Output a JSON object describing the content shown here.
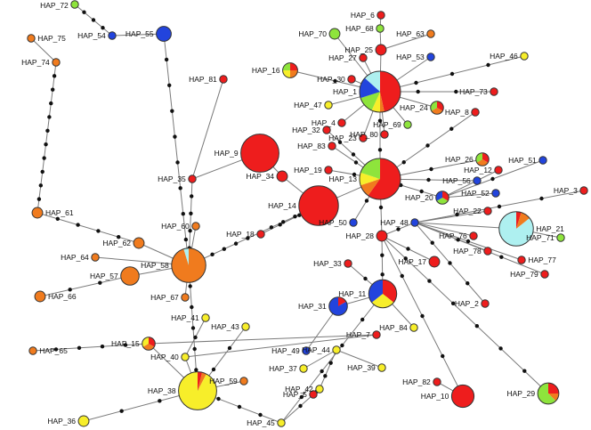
{
  "colors": {
    "red": "#ee1d1d",
    "orange": "#f07b1e",
    "yellow": "#f7ee2a",
    "green": "#8ee43c",
    "blue": "#2244dd",
    "cyan": "#aef0f0"
  },
  "haplotypes": [
    {
      "label": "HAP_1",
      "counts": [
        [
          "red",
          14
        ],
        [
          "orange",
          1
        ],
        [
          "yellow",
          2
        ],
        [
          "green",
          4
        ],
        [
          "blue",
          5
        ],
        [
          "cyan",
          4
        ]
      ]
    },
    {
      "label": "HAP_2",
      "counts": [
        [
          "red",
          1
        ]
      ]
    },
    {
      "label": "HAP_3",
      "counts": [
        [
          "red",
          1
        ]
      ]
    },
    {
      "label": "HAP_4",
      "counts": [
        [
          "red",
          1
        ]
      ]
    },
    {
      "label": "HAP_5",
      "counts": [
        [
          "red",
          1
        ]
      ]
    },
    {
      "label": "HAP_6",
      "counts": [
        [
          "red",
          1
        ]
      ]
    },
    {
      "label": "HAP_7",
      "counts": [
        [
          "red",
          1
        ]
      ]
    },
    {
      "label": "HAP_8",
      "counts": [
        [
          "red",
          1
        ]
      ]
    },
    {
      "label": "HAP_9",
      "counts": [
        [
          "red",
          26
        ]
      ]
    },
    {
      "label": "HAP_10",
      "counts": [
        [
          "red",
          9
        ]
      ]
    },
    {
      "label": "HAP_11",
      "counts": [
        [
          "red",
          5
        ],
        [
          "yellow",
          4
        ],
        [
          "blue",
          5
        ]
      ]
    },
    {
      "label": "HAP_12",
      "counts": [
        [
          "red",
          1
        ]
      ]
    },
    {
      "label": "HAP_13",
      "counts": [
        [
          "red",
          18
        ],
        [
          "orange",
          3
        ],
        [
          "yellow",
          3
        ],
        [
          "green",
          6
        ]
      ]
    },
    {
      "label": "HAP_14",
      "counts": [
        [
          "red",
          28
        ]
      ]
    },
    {
      "label": "HAP_15",
      "counts": [
        [
          "red",
          1
        ],
        [
          "orange",
          1
        ],
        [
          "yellow",
          1
        ]
      ]
    },
    {
      "label": "HAP_16",
      "counts": [
        [
          "red",
          1
        ],
        [
          "orange",
          1
        ],
        [
          "yellow",
          1
        ],
        [
          "green",
          1
        ]
      ]
    },
    {
      "label": "HAP_17",
      "counts": [
        [
          "red",
          2
        ]
      ]
    },
    {
      "label": "HAP_18",
      "counts": [
        [
          "red",
          1
        ]
      ]
    },
    {
      "label": "HAP_19",
      "counts": [
        [
          "red",
          1
        ]
      ]
    },
    {
      "label": "HAP_20",
      "counts": [
        [
          "red",
          1
        ],
        [
          "green",
          1
        ],
        [
          "blue",
          1
        ]
      ]
    },
    {
      "label": "HAP_21",
      "counts": [
        [
          "red",
          1
        ],
        [
          "orange",
          2
        ],
        [
          "cyan",
          18
        ]
      ]
    },
    {
      "label": "HAP_22",
      "counts": [
        [
          "red",
          1
        ]
      ]
    },
    {
      "label": "HAP_23",
      "counts": [
        [
          "red",
          1
        ]
      ]
    },
    {
      "label": "HAP_24",
      "counts": [
        [
          "red",
          1
        ],
        [
          "orange",
          1
        ],
        [
          "green",
          1
        ]
      ]
    },
    {
      "label": "HAP_25",
      "counts": [
        [
          "red",
          2
        ]
      ]
    },
    {
      "label": "HAP_26",
      "counts": [
        [
          "red",
          1
        ],
        [
          "orange",
          1
        ],
        [
          "green",
          1
        ]
      ]
    },
    {
      "label": "HAP_27",
      "counts": [
        [
          "red",
          1
        ]
      ]
    },
    {
      "label": "HAP_28",
      "counts": [
        [
          "red",
          2
        ]
      ]
    },
    {
      "label": "HAP_29",
      "counts": [
        [
          "red",
          2
        ],
        [
          "orange",
          1
        ],
        [
          "green",
          5
        ]
      ]
    },
    {
      "label": "HAP_30",
      "counts": [
        [
          "red",
          1
        ]
      ]
    },
    {
      "label": "HAP_31",
      "counts": [
        [
          "red",
          1
        ],
        [
          "blue",
          5
        ]
      ]
    },
    {
      "label": "HAP_32",
      "counts": [
        [
          "red",
          1
        ]
      ]
    },
    {
      "label": "HAP_33",
      "counts": [
        [
          "red",
          1
        ]
      ]
    },
    {
      "label": "HAP_34",
      "counts": [
        [
          "red",
          2
        ]
      ]
    },
    {
      "label": "HAP_35",
      "counts": [
        [
          "red",
          1
        ]
      ]
    },
    {
      "label": "HAP_36",
      "counts": [
        [
          "yellow",
          2
        ]
      ]
    },
    {
      "label": "HAP_37",
      "counts": [
        [
          "yellow",
          1
        ]
      ]
    },
    {
      "label": "HAP_38",
      "counts": [
        [
          "red",
          1
        ],
        [
          "orange",
          1
        ],
        [
          "yellow",
          24
        ]
      ]
    },
    {
      "label": "HAP_39",
      "counts": [
        [
          "yellow",
          1
        ]
      ]
    },
    {
      "label": "HAP_40",
      "counts": [
        [
          "yellow",
          1
        ]
      ]
    },
    {
      "label": "HAP_41",
      "counts": [
        [
          "yellow",
          1
        ]
      ]
    },
    {
      "label": "HAP_42",
      "counts": [
        [
          "yellow",
          1
        ]
      ]
    },
    {
      "label": "HAP_43",
      "counts": [
        [
          "yellow",
          1
        ]
      ]
    },
    {
      "label": "HAP_44",
      "counts": [
        [
          "yellow",
          1
        ]
      ]
    },
    {
      "label": "HAP_45",
      "counts": [
        [
          "yellow",
          1
        ]
      ]
    },
    {
      "label": "HAP_46",
      "counts": [
        [
          "yellow",
          1
        ]
      ]
    },
    {
      "label": "HAP_47",
      "counts": [
        [
          "yellow",
          1
        ]
      ]
    },
    {
      "label": "HAP_48",
      "counts": [
        [
          "blue",
          1
        ]
      ]
    },
    {
      "label": "HAP_49",
      "counts": [
        [
          "blue",
          1
        ]
      ]
    },
    {
      "label": "HAP_50",
      "counts": [
        [
          "blue",
          1
        ]
      ]
    },
    {
      "label": "HAP_51",
      "counts": [
        [
          "blue",
          1
        ]
      ]
    },
    {
      "label": "HAP_52",
      "counts": [
        [
          "blue",
          1
        ]
      ]
    },
    {
      "label": "HAP_53",
      "counts": [
        [
          "blue",
          1
        ]
      ]
    },
    {
      "label": "HAP_54",
      "counts": [
        [
          "blue",
          1
        ]
      ]
    },
    {
      "label": "HAP_55",
      "counts": [
        [
          "blue",
          4
        ]
      ]
    },
    {
      "label": "HAP_56",
      "counts": [
        [
          "blue",
          1
        ]
      ]
    },
    {
      "label": "HAP_57",
      "counts": [
        [
          "orange",
          6
        ]
      ]
    },
    {
      "label": "HAP_58",
      "counts": [
        [
          "orange",
          20
        ],
        [
          "cyan",
          1
        ]
      ]
    },
    {
      "label": "HAP_59",
      "counts": [
        [
          "orange",
          1
        ]
      ]
    },
    {
      "label": "HAP_60",
      "counts": [
        [
          "orange",
          1
        ]
      ]
    },
    {
      "label": "HAP_61",
      "counts": [
        [
          "orange",
          2
        ]
      ]
    },
    {
      "label": "HAP_62",
      "counts": [
        [
          "orange",
          2
        ]
      ]
    },
    {
      "label": "HAP_63",
      "counts": [
        [
          "orange",
          1
        ]
      ]
    },
    {
      "label": "HAP_64",
      "counts": [
        [
          "orange",
          1
        ]
      ]
    },
    {
      "label": "HAP_65",
      "counts": [
        [
          "orange",
          1
        ]
      ]
    },
    {
      "label": "HAP_66",
      "counts": [
        [
          "orange",
          2
        ]
      ]
    },
    {
      "label": "HAP_67",
      "counts": [
        [
          "orange",
          1
        ]
      ]
    },
    {
      "label": "HAP_68",
      "counts": [
        [
          "green",
          1
        ]
      ]
    },
    {
      "label": "HAP_69",
      "counts": [
        [
          "green",
          1
        ]
      ]
    },
    {
      "label": "HAP_70",
      "counts": [
        [
          "green",
          2
        ]
      ]
    },
    {
      "label": "HAP_71",
      "counts": [
        [
          "green",
          1
        ]
      ]
    },
    {
      "label": "HAP_72",
      "counts": [
        [
          "green",
          1
        ]
      ]
    },
    {
      "label": "HAP_73",
      "counts": [
        [
          "red",
          1
        ]
      ]
    },
    {
      "label": "HAP_74",
      "counts": [
        [
          "orange",
          1
        ]
      ]
    },
    {
      "label": "HAP_75",
      "counts": [
        [
          "orange",
          1
        ]
      ]
    },
    {
      "label": "HAP_76",
      "counts": [
        [
          "red",
          1
        ]
      ]
    },
    {
      "label": "HAP_77",
      "counts": [
        [
          "red",
          1
        ]
      ]
    },
    {
      "label": "HAP_78",
      "counts": [
        [
          "red",
          1
        ]
      ]
    },
    {
      "label": "HAP_79",
      "counts": [
        [
          "red",
          1
        ]
      ]
    },
    {
      "label": "HAP_80",
      "counts": [
        [
          "red",
          1
        ]
      ]
    },
    {
      "label": "HAP_81",
      "counts": [
        [
          "red",
          1
        ]
      ]
    },
    {
      "label": "HAP_82",
      "counts": [
        [
          "red",
          1
        ]
      ]
    },
    {
      "label": "HAP_83",
      "counts": [
        [
          "red",
          1
        ]
      ]
    },
    {
      "label": "HAP_84",
      "counts": [
        [
          "yellow",
          1
        ]
      ]
    }
  ],
  "links": [
    [
      "HAP_1",
      "HAP_25",
      0
    ],
    [
      "HAP_25",
      "HAP_68",
      0
    ],
    [
      "HAP_68",
      "HAP_6",
      0
    ],
    [
      "HAP_25",
      "HAP_63",
      0
    ],
    [
      "HAP_1",
      "HAP_27",
      0
    ],
    [
      "HAP_1",
      "HAP_16",
      1
    ],
    [
      "HAP_1",
      "HAP_30",
      0
    ],
    [
      "HAP_1",
      "HAP_47",
      0
    ],
    [
      "HAP_1",
      "HAP_4",
      0
    ],
    [
      "HAP_1",
      "HAP_53",
      0
    ],
    [
      "HAP_1",
      "HAP_46",
      3
    ],
    [
      "HAP_1",
      "HAP_73",
      2
    ],
    [
      "HAP_1",
      "HAP_24",
      0
    ],
    [
      "HAP_1",
      "HAP_69",
      0
    ],
    [
      "HAP_1",
      "HAP_80",
      0
    ],
    [
      "HAP_1",
      "HAP_23",
      0
    ],
    [
      "HAP_1",
      "HAP_13",
      2
    ],
    [
      "HAP_13",
      "HAP_8",
      3
    ],
    [
      "HAP_13",
      "HAP_32",
      3
    ],
    [
      "HAP_13",
      "HAP_83",
      1
    ],
    [
      "HAP_13",
      "HAP_19",
      1
    ],
    [
      "HAP_13",
      "HAP_14",
      0
    ],
    [
      "HAP_13",
      "HAP_26",
      1
    ],
    [
      "HAP_13",
      "HAP_56",
      1
    ],
    [
      "HAP_13",
      "HAP_20",
      2
    ],
    [
      "HAP_20",
      "HAP_12",
      0
    ],
    [
      "HAP_20",
      "HAP_51",
      1
    ],
    [
      "HAP_20",
      "HAP_52",
      0
    ],
    [
      "HAP_13",
      "HAP_50",
      1
    ],
    [
      "HAP_13",
      "HAP_28",
      1
    ],
    [
      "HAP_28",
      "HAP_48",
      1
    ],
    [
      "HAP_48",
      "HAP_3",
      3
    ],
    [
      "HAP_48",
      "HAP_22",
      0
    ],
    [
      "HAP_48",
      "HAP_21",
      0
    ],
    [
      "HAP_21",
      "HAP_71",
      0
    ],
    [
      "HAP_48",
      "HAP_76",
      0
    ],
    [
      "HAP_48",
      "HAP_78",
      0
    ],
    [
      "HAP_48",
      "HAP_77",
      1
    ],
    [
      "HAP_48",
      "HAP_79",
      2
    ],
    [
      "HAP_48",
      "HAP_2",
      3
    ],
    [
      "HAP_28",
      "HAP_17",
      1
    ],
    [
      "HAP_28",
      "HAP_11",
      2
    ],
    [
      "HAP_28",
      "HAP_10",
      3
    ],
    [
      "HAP_10",
      "HAP_82",
      0
    ],
    [
      "HAP_28",
      "HAP_29",
      6
    ],
    [
      "HAP_14",
      "HAP_18",
      2
    ],
    [
      "HAP_14",
      "HAP_34",
      0
    ],
    [
      "HAP_34",
      "HAP_9",
      0
    ],
    [
      "HAP_14",
      "HAP_58",
      10
    ],
    [
      "HAP_11",
      "HAP_33",
      1
    ],
    [
      "HAP_11",
      "HAP_31",
      0
    ],
    [
      "HAP_31",
      "HAP_49",
      0
    ],
    [
      "HAP_11",
      "HAP_84",
      0
    ],
    [
      "HAP_11",
      "HAP_45",
      4
    ],
    [
      "HAP_58",
      "HAP_35",
      4
    ],
    [
      "HAP_35",
      "HAP_81",
      0
    ],
    [
      "HAP_35",
      "HAP_9",
      0
    ],
    [
      "HAP_58",
      "HAP_60",
      0
    ],
    [
      "HAP_58",
      "HAP_62",
      0
    ],
    [
      "HAP_62",
      "HAP_61",
      4
    ],
    [
      "HAP_61",
      "HAP_74",
      10
    ],
    [
      "HAP_74",
      "HAP_75",
      0
    ],
    [
      "HAP_58",
      "HAP_57",
      0
    ],
    [
      "HAP_58",
      "HAP_64",
      0
    ],
    [
      "HAP_58",
      "HAP_67",
      0
    ],
    [
      "HAP_57",
      "HAP_66",
      2
    ],
    [
      "HAP_58",
      "HAP_55",
      8
    ],
    [
      "HAP_55",
      "HAP_54",
      0
    ],
    [
      "HAP_54",
      "HAP_72",
      3
    ],
    [
      "HAP_58",
      "HAP_38",
      5
    ],
    [
      "HAP_38",
      "HAP_40",
      0
    ],
    [
      "HAP_40",
      "HAP_7",
      0
    ],
    [
      "HAP_40",
      "HAP_41",
      1
    ],
    [
      "HAP_38",
      "HAP_43",
      2
    ],
    [
      "HAP_38",
      "HAP_59",
      0
    ],
    [
      "HAP_38",
      "HAP_15",
      0
    ],
    [
      "HAP_15",
      "HAP_7",
      0
    ],
    [
      "HAP_15",
      "HAP_65",
      4
    ],
    [
      "HAP_38",
      "HAP_36",
      2
    ],
    [
      "HAP_38",
      "HAP_45",
      3
    ],
    [
      "HAP_45",
      "HAP_42",
      1
    ],
    [
      "HAP_42",
      "HAP_5",
      1
    ],
    [
      "HAP_42",
      "HAP_44",
      2
    ],
    [
      "HAP_44",
      "HAP_37",
      0
    ],
    [
      "HAP_44",
      "HAP_39",
      0
    ],
    [
      "HAP_1",
      "HAP_70",
      0
    ]
  ]
}
